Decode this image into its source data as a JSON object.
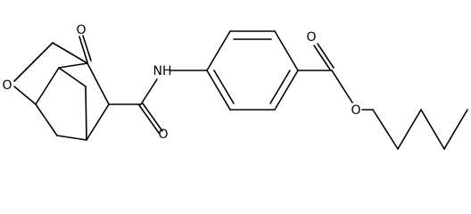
{
  "labels": {
    "keto_o": "O",
    "ether_o": "O",
    "nh": "NH",
    "amide_o": "O",
    "ester_carbonyl_o": "O",
    "ester_o": "O"
  }
}
